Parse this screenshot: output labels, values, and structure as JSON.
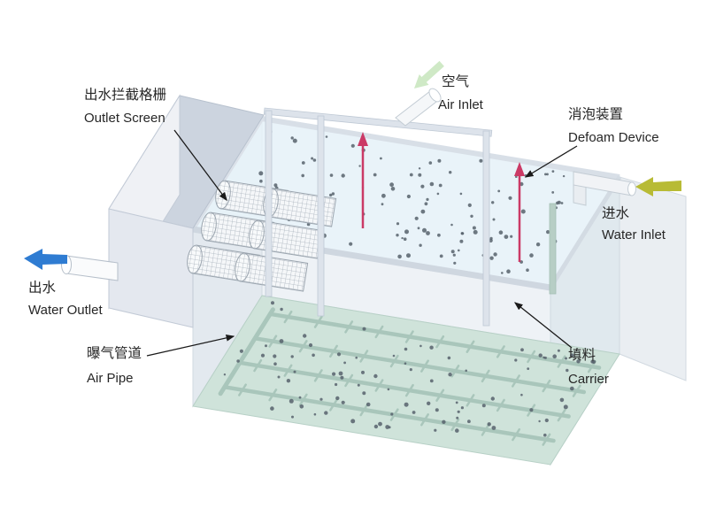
{
  "labels": {
    "outlet_screen": {
      "zh": "出水拦截格栅",
      "en": "Outlet Screen"
    },
    "air_inlet": {
      "zh": "空气",
      "en": "Air Inlet"
    },
    "defoam_device": {
      "zh": "消泡装置",
      "en": "Defoam Device"
    },
    "water_inlet": {
      "zh": "进水",
      "en": "Water Inlet"
    },
    "water_outlet": {
      "zh": "出水",
      "en": "Water Outlet"
    },
    "air_pipe": {
      "zh": "曝气管道",
      "en": "Air Pipe"
    },
    "carrier": {
      "zh": "填料",
      "en": "Carrier"
    }
  },
  "colors": {
    "water_outlet_arrow": "#2f7cd2",
    "water_inlet_arrow": "#b8bb35",
    "air_inlet_arrow": "#cfe9c6",
    "defoam_rod": "#cb3a66",
    "tank_floor": "#cfe3da",
    "water_surface": "#e9f4fa",
    "air_pipe": "#a9c6bb",
    "carrier_dot": "#57626c"
  }
}
